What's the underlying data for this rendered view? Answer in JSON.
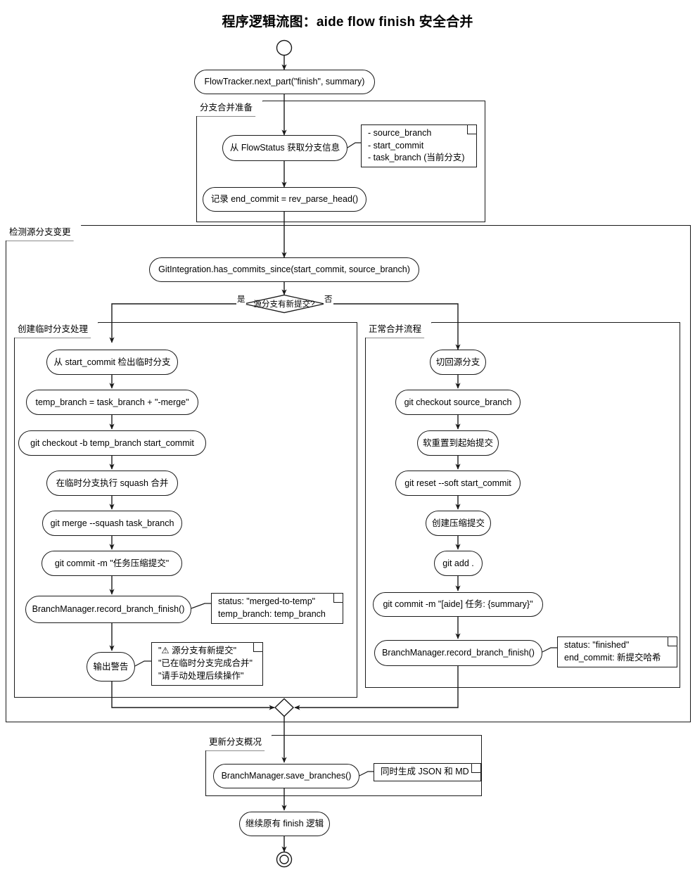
{
  "title": "程序逻辑流图：aide flow finish 安全合并",
  "nodes": {
    "start": "start-circle",
    "flowtracker": "FlowTracker.next_part(\"finish\", summary)",
    "get_branch_info": "从 FlowStatus 获取分支信息",
    "record_end_commit": "记录 end_commit = rev_parse_head()",
    "has_commits": "GitIntegration.has_commits_since(start_commit, source_branch)",
    "decision": "源分支有新提交?",
    "left": {
      "checkout_temp": "从 start_commit 检出临时分支",
      "temp_name": "temp_branch = task_branch + \"-merge\"",
      "git_checkout_b": "git checkout -b temp_branch start_commit",
      "squash_on_temp": "在临时分支执行 squash 合并",
      "git_merge_squash": "git merge --squash task_branch",
      "git_commit": "git commit -m \"任务压缩提交\"",
      "record_finish": "BranchManager.record_branch_finish()",
      "warn": "输出警告"
    },
    "right": {
      "switch_back": "切回源分支",
      "git_checkout_src": "git checkout source_branch",
      "soft_reset": "软重置到起始提交",
      "git_reset_soft": "git reset --soft start_commit",
      "create_squash_commit": "创建压缩提交",
      "git_add": "git add .",
      "git_commit": "git commit -m \"[aide] 任务: {summary}\"",
      "record_finish": "BranchManager.record_branch_finish()"
    },
    "save_branches": "BranchManager.save_branches()",
    "continue_finish": "继续原有 finish 逻辑",
    "end": "end-circle"
  },
  "groups": {
    "prepare": "分支合并准备",
    "detect": "检测源分支变更",
    "temp_branch_flow": "创建临时分支处理",
    "normal_flow": "正常合并流程",
    "update_overview": "更新分支概况"
  },
  "edge_labels": {
    "yes": "是",
    "no": "否"
  },
  "notes": {
    "branch_info": [
      "- source_branch",
      "- start_commit",
      "- task_branch (当前分支)"
    ],
    "merged_to_temp": [
      "status: \"merged-to-temp\"",
      "temp_branch: temp_branch"
    ],
    "warning_lines": [
      "\"⚠ 源分支有新提交\"",
      "\"已在临时分支完成合并\"",
      "\"请手动处理后续操作\""
    ],
    "finished": [
      "status: \"finished\"",
      "end_commit: 新提交哈希"
    ],
    "save_note": [
      "同时生成 JSON 和 MD"
    ]
  },
  "colors": {
    "stroke": "#1a1a1a",
    "background": "#ffffff"
  }
}
